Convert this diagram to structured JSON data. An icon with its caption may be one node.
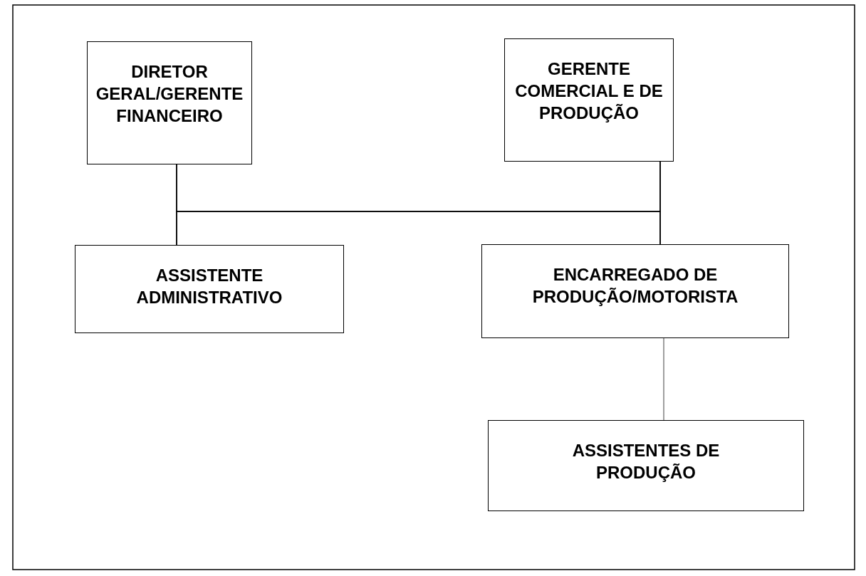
{
  "diagram": {
    "nodes": [
      {
        "text": [
          "DIRETOR GERAL/GERENTE FINANCEIRO"
        ]
      },
      {
        "text": [
          "GERENTE COMERCIAL E DE PRODUÇÃO"
        ]
      },
      {
        "text": [
          "ASSISTENTE ADMINISTRATIVO"
        ]
      },
      {
        "text": [
          "ENCARREGADO DE PRODUÇÃO/MOTORISTA"
        ]
      },
      {
        "text": [
          "ASSISTENTES DE PRODUÇÃO"
        ]
      }
    ],
    "edges": [
      {
        "from": 0,
        "to": 2,
        "arrow": "none"
      },
      {
        "from": 0,
        "to": 3,
        "arrow": "none"
      },
      {
        "from": 1,
        "to": 2,
        "arrow": "none"
      },
      {
        "from": 1,
        "to": 3,
        "arrow": "none"
      },
      {
        "from": 3,
        "to": 4,
        "arrow": "none",
        "color": "#808080"
      }
    ]
  }
}
